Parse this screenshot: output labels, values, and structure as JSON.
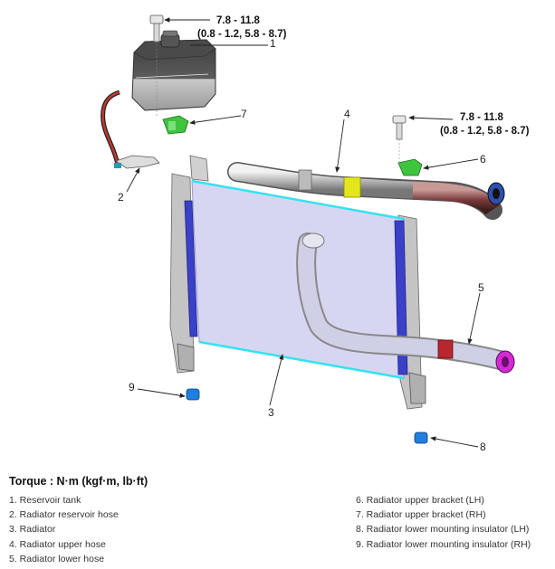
{
  "torque_specs": [
    {
      "id": "bolt-top",
      "value": "7.8 - 11.8",
      "sub": "(0.8 - 1.2, 5.8 - 8.7)"
    },
    {
      "id": "bolt-right",
      "value": "7.8 - 11.8",
      "sub": "(0.8 - 1.2, 5.8 - 8.7)"
    }
  ],
  "callouts": [
    "1",
    "2",
    "3",
    "4",
    "5",
    "6",
    "7",
    "8",
    "9"
  ],
  "legend": {
    "title": "Torque : N·m (kgf·m, lb·ft)",
    "left": [
      "1. Reservoir tank",
      "2. Radiator reservoir hose",
      "3. Radiator",
      "4. Radiator upper hose",
      "5. Radiator lower hose"
    ],
    "right": [
      "6. Radiator upper bracket (LH)",
      "7. Radiator upper bracket (RH)",
      "8. Radiator lower mounting insulator (LH)",
      "9. Radiator lower mounting insulator (RH)"
    ]
  },
  "colors": {
    "radiator_core": "#d6d6f2",
    "radiator_frame_edge": "#33e3f0",
    "radiator_tank": "#3a40c8",
    "upper_hose_clamp": "#e3e61a",
    "upper_hose_rubber": "#7a3a3a",
    "lower_hose_band": "#b8262e",
    "lower_hose_clamp": "#d42ad4",
    "bracket": "#3ec43e",
    "insulator": "#1f7fe0",
    "reservoir_hose": "#c0392b",
    "leader_line": "#222222"
  }
}
